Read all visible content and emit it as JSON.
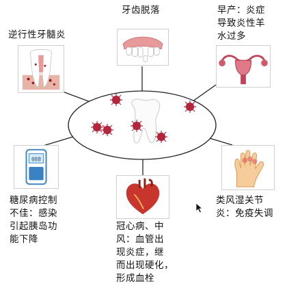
{
  "topics": {
    "pulpitis": {
      "lines": [
        "逆行性牙髓炎"
      ],
      "icon": "tooth-decay-icon"
    },
    "tooth_loss": {
      "lines": [
        "牙齿脱落"
      ],
      "icon": "denture-icon"
    },
    "preterm": {
      "lines": [
        "早产：炎症",
        "导致炎性羊",
        "水过多"
      ],
      "icon": "uterus-icon"
    },
    "diabetes": {
      "lines": [
        "糖尿病控制",
        "不佳：感染",
        "引起胰岛功",
        "能下降"
      ],
      "icon": "glucose-meter-icon"
    },
    "heart": {
      "lines": [
        "冠心病、中",
        "风：血管出",
        "现炎症，继",
        "而出现硬化，",
        "形成血栓"
      ],
      "icon": "heart-icon"
    },
    "arthritis": {
      "lines": [
        "类风湿关节",
        "炎：免疫失调"
      ],
      "icon": "arthritic-hand-icon"
    }
  },
  "center": {
    "icon": "tooth-with-bacteria-icon",
    "meter_reading": "088"
  },
  "colors": {
    "bacteria": "#b3263d",
    "line": "#222222",
    "tooth_red": "#d0443a",
    "heart_red": "#c8352c"
  }
}
